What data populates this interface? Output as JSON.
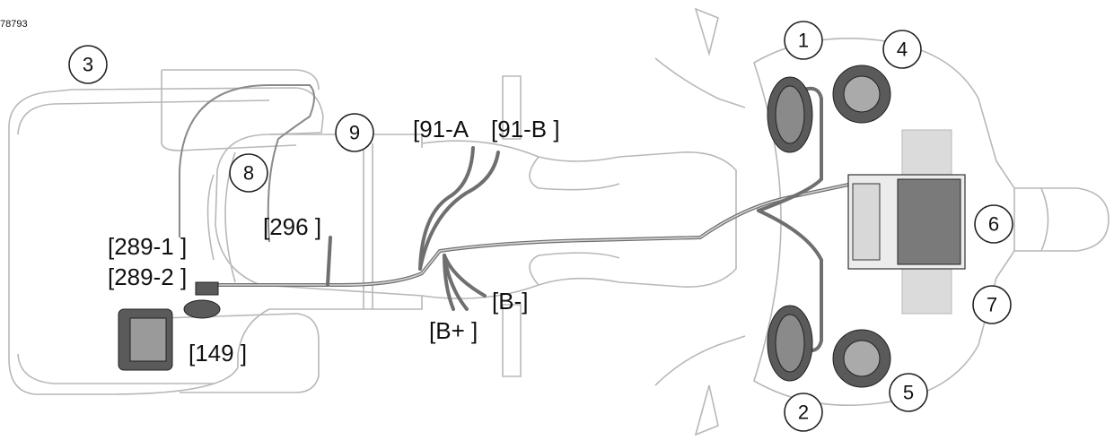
{
  "figure_number": "78793",
  "callouts": [
    "1",
    "2",
    "3",
    "4",
    "5",
    "6",
    "7",
    "8",
    "9"
  ],
  "connectors": {
    "c_91a": "[91-A",
    "c_91b": "[91-B ]",
    "c_296": "[296  ]",
    "c_289_1": "[289-1  ]",
    "c_289_2": "[289-2  ]",
    "c_149": "[149 ]",
    "c_bminus": "[B-]",
    "c_bplus": "[B+ ]"
  }
}
